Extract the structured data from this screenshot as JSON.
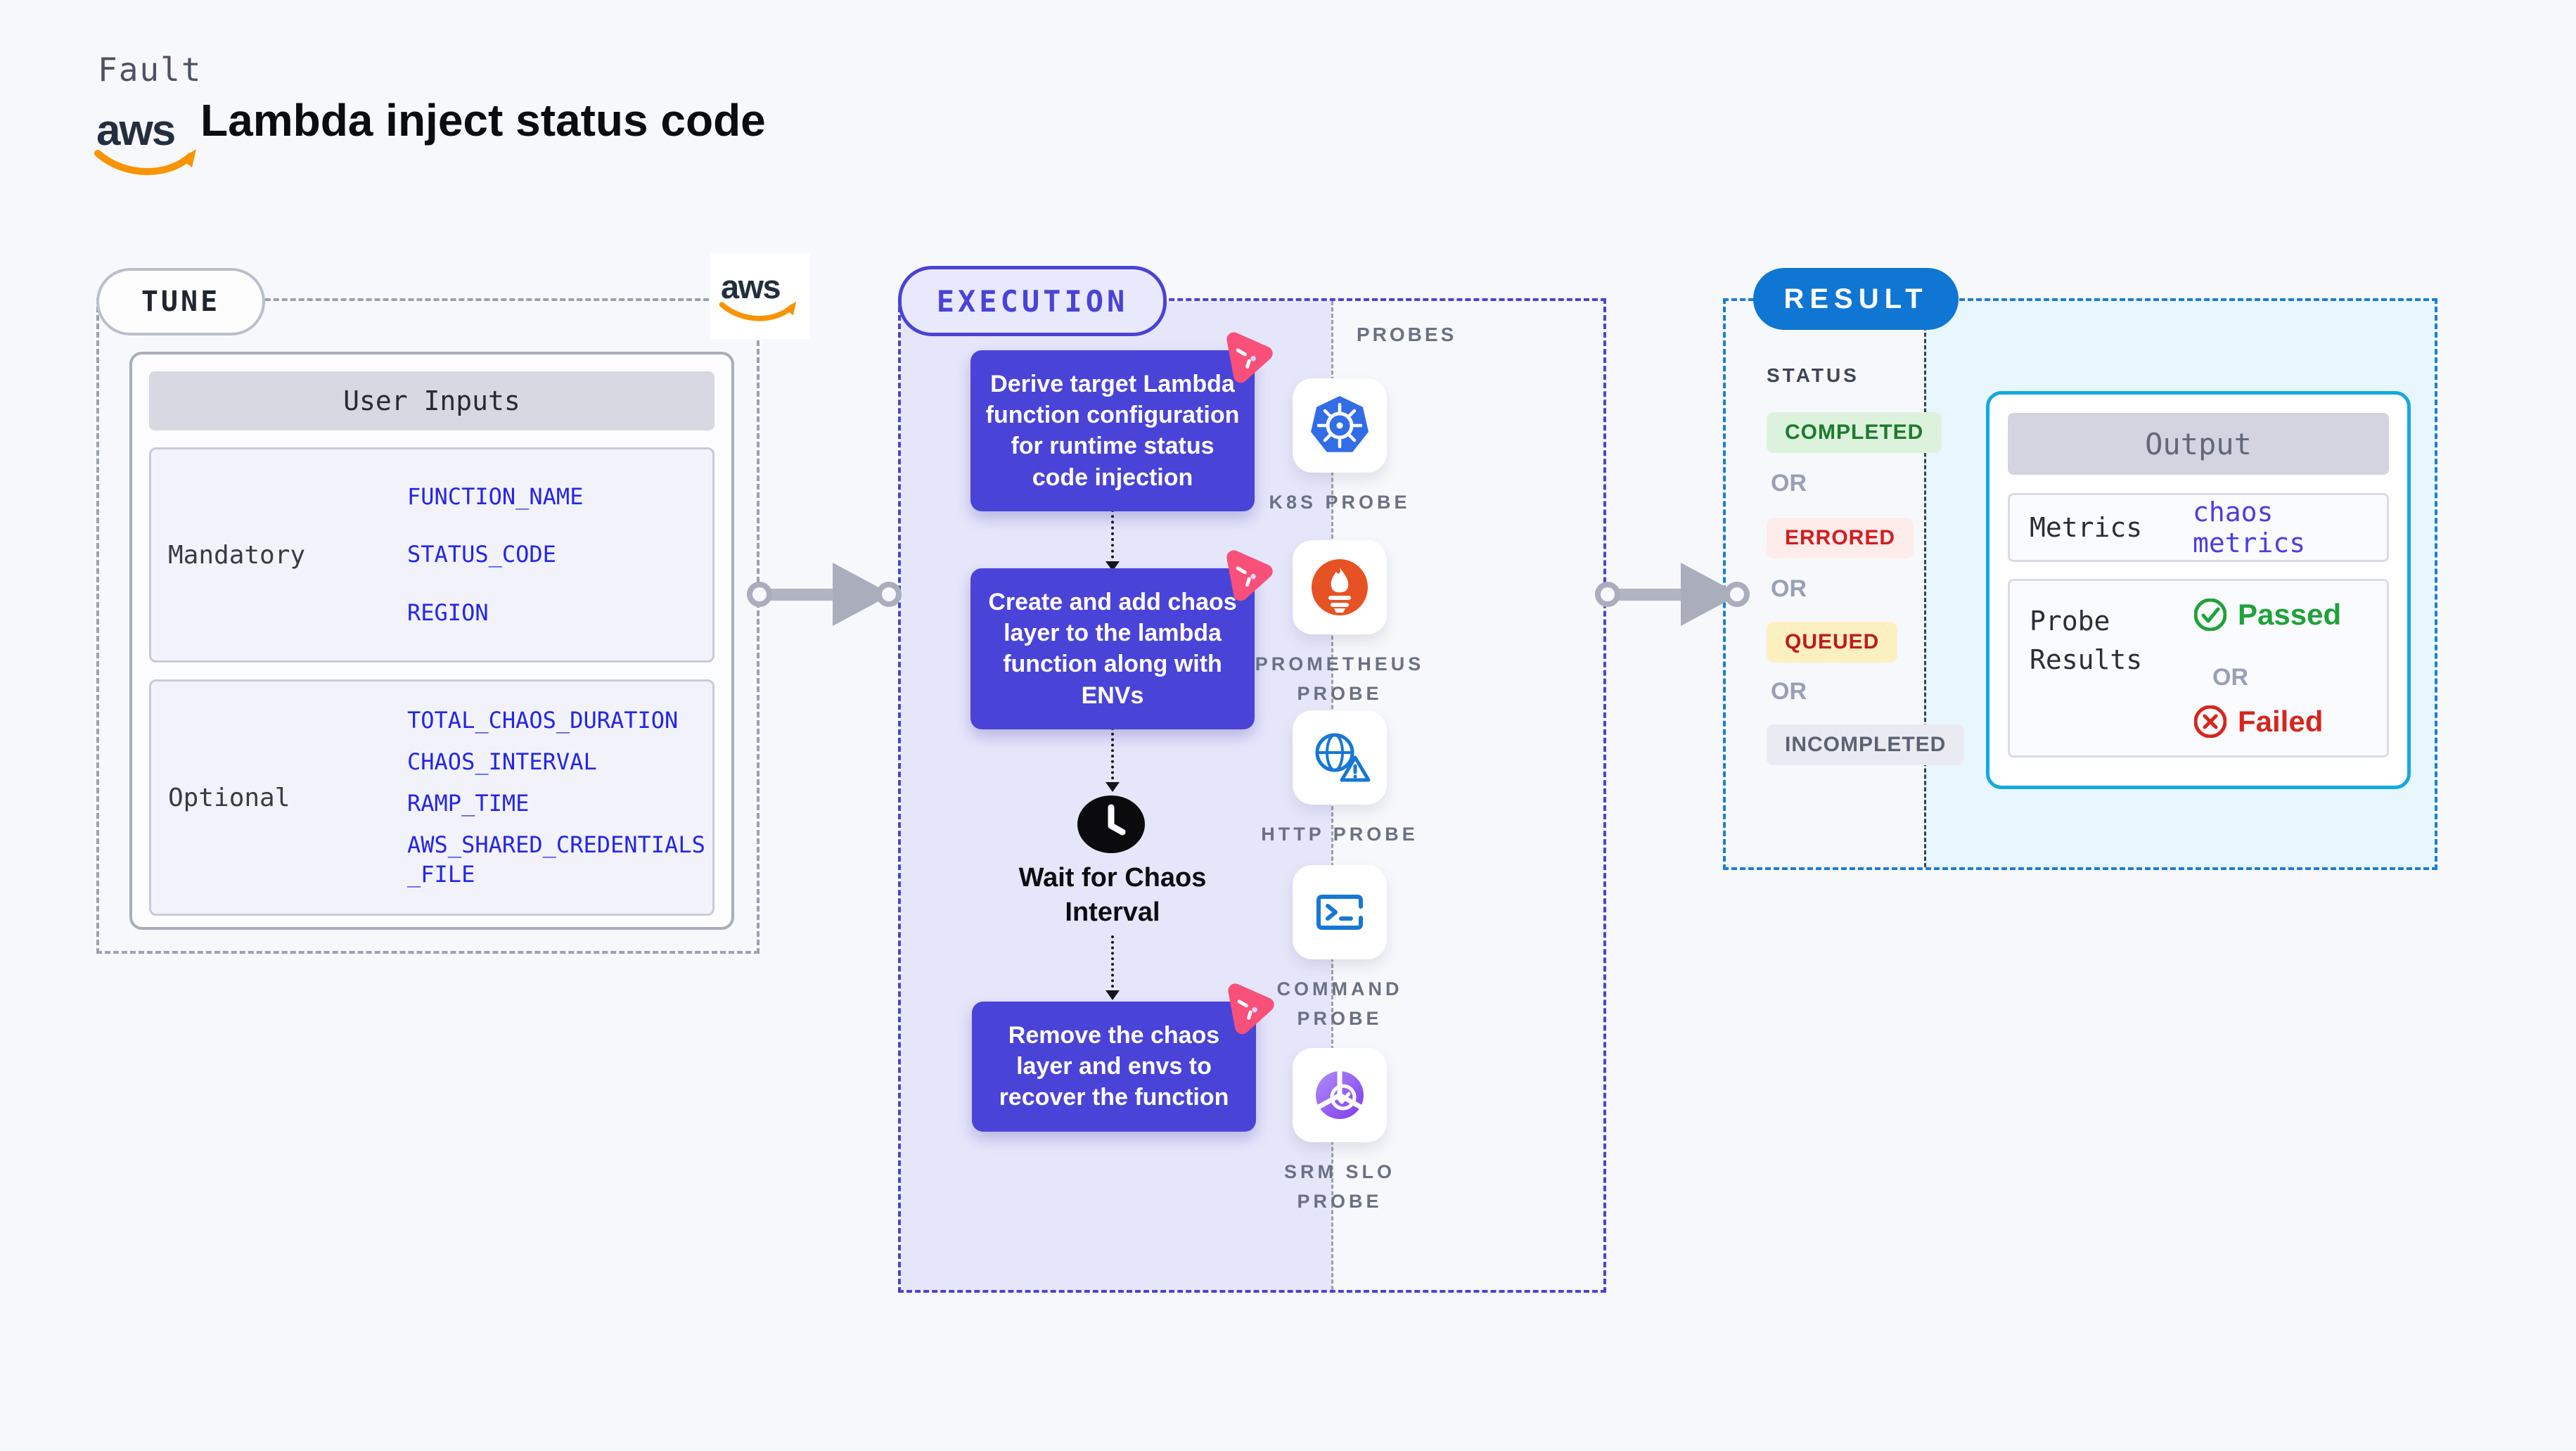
{
  "header": {
    "kicker": "Fault",
    "title": "Lambda inject status code",
    "aws_logo_text": "aws"
  },
  "tune": {
    "label": "TUNE",
    "aws_logo_text": "aws",
    "user_inputs": {
      "header": "User Inputs",
      "groups": [
        {
          "label": "Mandatory",
          "fields": [
            "FUNCTION_NAME",
            "STATUS_CODE",
            "REGION"
          ]
        },
        {
          "label": "Optional",
          "fields": [
            "TOTAL_CHAOS_DURATION",
            "CHAOS_INTERVAL",
            "RAMP_TIME",
            "AWS_SHARED_CREDENTIALS_FILE"
          ]
        }
      ]
    }
  },
  "execution": {
    "label": "EXECUTION",
    "steps": [
      "Derive target Lambda function configuration for runtime status code injection",
      "Create and add chaos layer to the lambda function along with ENVs",
      "Remove the chaos layer and envs to recover the function"
    ],
    "wait_label": "Wait for Chaos Interval",
    "probes": {
      "label": "PROBES",
      "items": [
        {
          "name": "K8S PROBE",
          "icon": "kubernetes-icon"
        },
        {
          "name": "PROMETHEUS PROBE",
          "icon": "prometheus-icon"
        },
        {
          "name": "HTTP PROBE",
          "icon": "http-globe-warning-icon"
        },
        {
          "name": "COMMAND PROBE",
          "icon": "terminal-icon"
        },
        {
          "name": "SRM SLO PROBE",
          "icon": "slo-donut-check-icon"
        }
      ]
    }
  },
  "result": {
    "label": "RESULT",
    "status": {
      "label": "STATUS",
      "separator": "OR",
      "options": [
        {
          "text": "COMPLETED",
          "color": "#1b7c2d",
          "bg": "#ddf2dd"
        },
        {
          "text": "ERRORED",
          "color": "#d21d20",
          "bg": "#fdecea"
        },
        {
          "text": "QUEUED",
          "color": "#c01a1a",
          "bg": "#fcf0c0"
        },
        {
          "text": "INCOMPLETED",
          "color": "#5b6273",
          "bg": "#eaebf2"
        }
      ]
    },
    "output": {
      "header": "Output",
      "metrics_label": "Metrics",
      "metrics_value": "chaos metrics",
      "probe_results_label": "Probe Results",
      "passed_label": "Passed",
      "separator": "OR",
      "failed_label": "Failed",
      "passed_color": "#21a13a",
      "failed_color": "#d7251d"
    }
  },
  "colors": {
    "page_bg": "#f7f8fc",
    "accent_indigo": "#4a43d8",
    "accent_blue": "#0f76d3",
    "accent_cyan": "#14a9e0",
    "field_blue": "#2525ea",
    "metrics_blue": "#4a3ee4",
    "lavender_bg": "#e6e6fb",
    "cyan_bg": "#e8f6fd",
    "pink_badge": "#f85079",
    "aws_orange": "#f79400"
  }
}
